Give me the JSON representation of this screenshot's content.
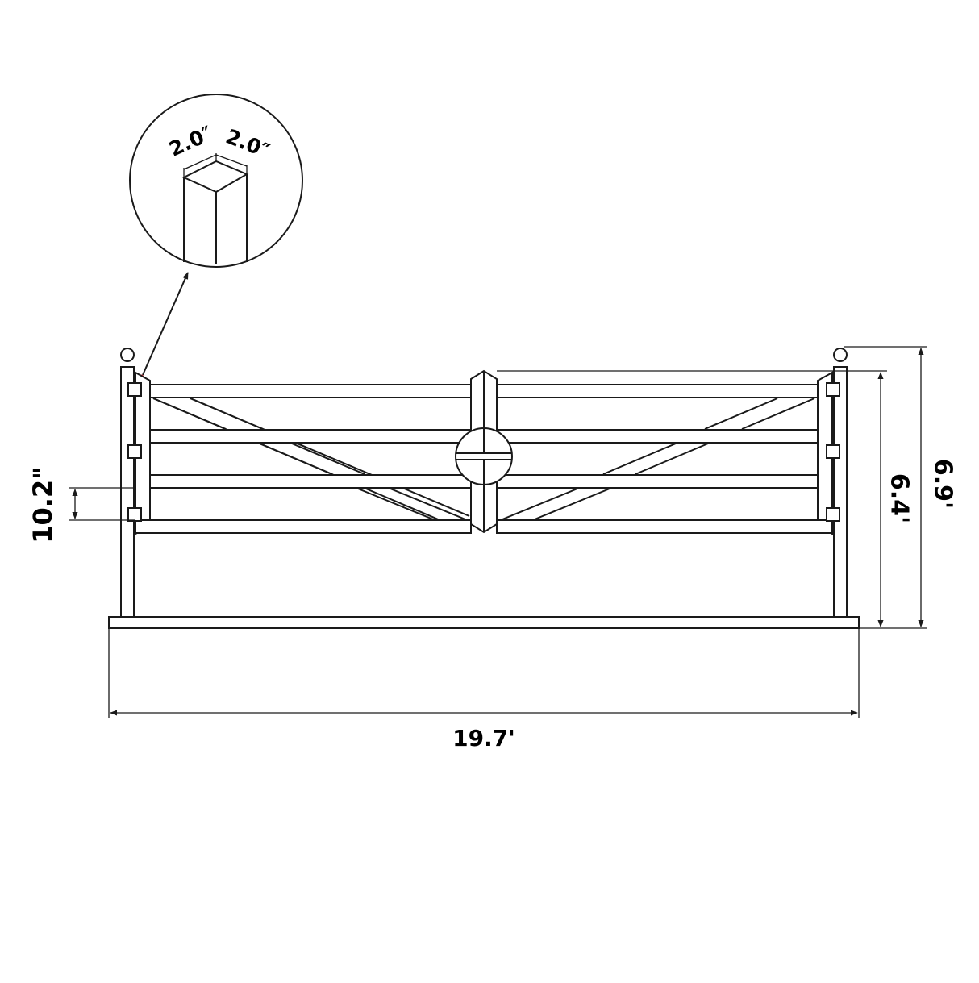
{
  "detail": {
    "post_width_label": "2.0″",
    "post_depth_label": "2.0″"
  },
  "dimensions": {
    "rail_spacing_label": "10.2\"",
    "total_width_label": "19.7'",
    "gate_height_label": "6.4'",
    "total_height_label": "6.9'"
  },
  "colors": {
    "line": "#1a1a1a",
    "marker": "#e0141e",
    "background": "#ffffff"
  }
}
